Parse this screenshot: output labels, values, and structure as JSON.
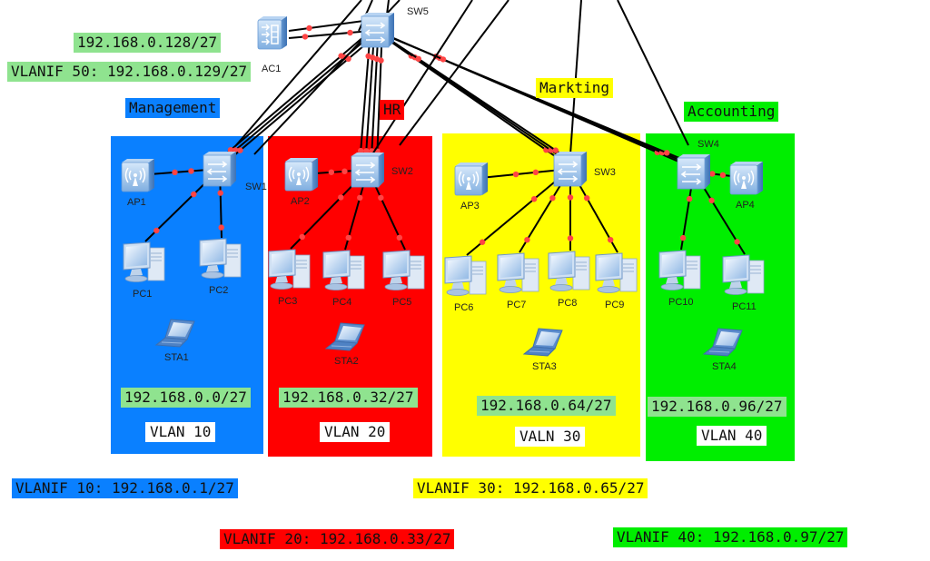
{
  "colors": {
    "management": "#0a80ff",
    "hr": "#ff0000",
    "marketing": "#ffff00",
    "accounting": "#00ee00",
    "subnet_label": "#8fe38f",
    "link": "#000000",
    "port_dot": "#ff4444"
  },
  "core": {
    "switch_label": "SW5",
    "controller_label": "AC1",
    "subnet": "192.168.0.128/27",
    "vlanif": "VLANIF 50: 192.168.0.129/27"
  },
  "zones": [
    {
      "name": "Management",
      "switch": "SW1",
      "ap": "AP1",
      "pcs": [
        "PC1",
        "PC2"
      ],
      "sta": "STA1",
      "subnet": "192.168.0.0/27",
      "vlan": "VLAN 10",
      "vlanif": "VLANIF 10: 192.168.0.1/27"
    },
    {
      "name": "HR",
      "switch": "SW2",
      "ap": "AP2",
      "pcs": [
        "PC3",
        "PC4",
        "PC5"
      ],
      "sta": "STA2",
      "subnet": "192.168.0.32/27",
      "vlan": "VLAN 20",
      "vlanif": "VLANIF 20: 192.168.0.33/27"
    },
    {
      "name": "Markting",
      "switch": "SW3",
      "ap": "AP3",
      "pcs": [
        "PC6",
        "PC7",
        "PC8",
        "PC9"
      ],
      "sta": "STA3",
      "subnet": "192.168.0.64/27",
      "vlan": "VALN 30",
      "vlanif": "VLANIF 30: 192.168.0.65/27"
    },
    {
      "name": "Accounting",
      "switch": "SW4",
      "ap": "AP4",
      "pcs": [
        "PC10",
        "PC11"
      ],
      "sta": "STA4",
      "subnet": "192.168.0.96/27",
      "vlan": "VLAN 40",
      "vlanif": "VLANIF 40: 192.168.0.97/27"
    }
  ]
}
